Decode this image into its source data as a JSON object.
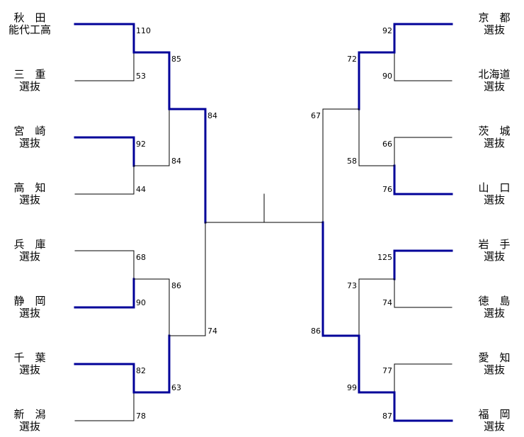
{
  "left_teams": [
    {
      "line1": "秋　田",
      "line2": "能代工高"
    },
    {
      "line1": "三　重",
      "line2": "選抜"
    },
    {
      "line1": "宮　崎",
      "line2": "選抜"
    },
    {
      "line1": "高　知",
      "line2": "選抜"
    },
    {
      "line1": "兵　庫",
      "line2": "選抜"
    },
    {
      "line1": "静　岡",
      "line2": "選抜"
    },
    {
      "line1": "千　葉",
      "line2": "選抜"
    },
    {
      "line1": "新　潟",
      "line2": "選抜"
    }
  ],
  "right_teams": [
    {
      "line1": "京　都",
      "line2": "選抜"
    },
    {
      "line1": "北海道",
      "line2": "選抜"
    },
    {
      "line1": "茨　城",
      "line2": "選抜"
    },
    {
      "line1": "山　口",
      "line2": "選抜"
    },
    {
      "line1": "岩　手",
      "line2": "選抜"
    },
    {
      "line1": "徳　島",
      "line2": "選抜"
    },
    {
      "line1": "愛　知",
      "line2": "選抜"
    },
    {
      "line1": "福　岡",
      "line2": "選抜"
    }
  ],
  "left_r1_scores": [
    "110",
    "53",
    "92",
    "44",
    "68",
    "90",
    "82",
    "78"
  ],
  "left_r2_scores": [
    "85",
    "84",
    "86",
    "63"
  ],
  "left_r3_scores": [
    "84",
    "74"
  ],
  "right_r1_scores": [
    "92",
    "90",
    "66",
    "76",
    "125",
    "74",
    "77",
    "87"
  ],
  "right_r2_scores": [
    "72",
    "58",
    "73",
    "99"
  ],
  "right_r3_scores": [
    "67",
    "86"
  ],
  "left_r1_winners": [
    0,
    2,
    5,
    6
  ],
  "left_r2_winners": [
    0,
    3
  ],
  "left_r3_winner": 0,
  "right_r1_winners": [
    0,
    3,
    4,
    7
  ],
  "right_r2_winners": [
    0,
    3
  ],
  "right_r3_winner": 1,
  "colors": {
    "winner_line": "#000099",
    "loser_line": "#000000"
  }
}
